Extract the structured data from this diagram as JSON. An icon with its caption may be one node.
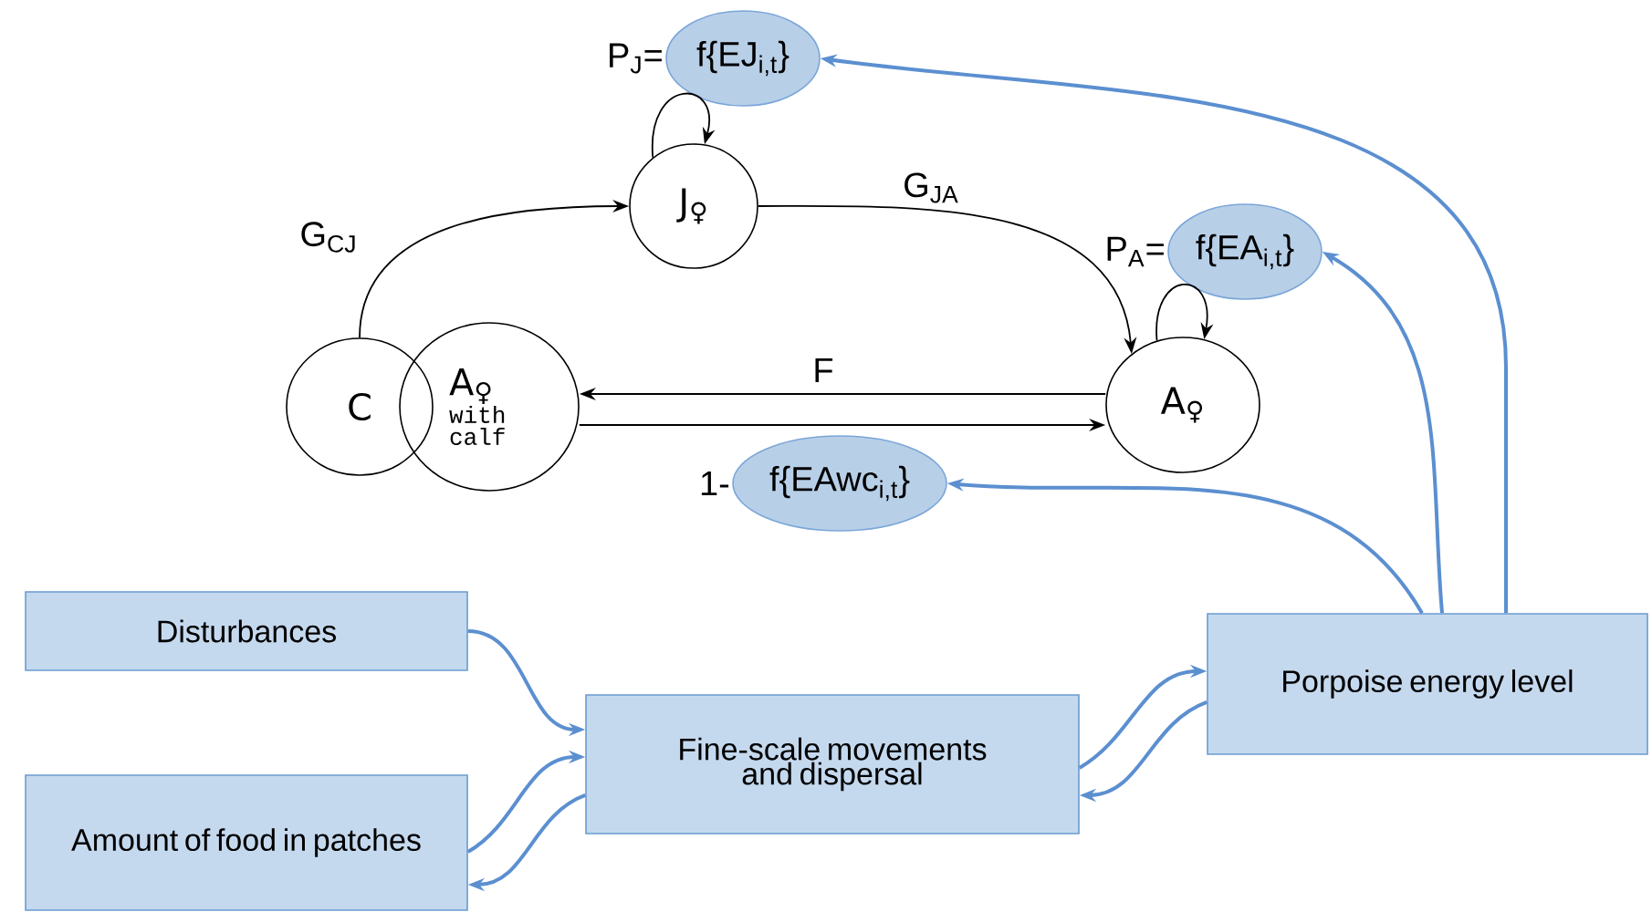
{
  "diagram": {
    "nodes": [
      {
        "text": [
          "C"
        ]
      },
      {
        "text": [
          "A$_{♀}$",
          "with calf"
        ]
      },
      {
        "text": [
          "J$_{♀}$"
        ]
      },
      {
        "text": [
          "A$_{♀}$"
        ]
      },
      {
        "text": [
          "f{EJ$_{i,t}$}"
        ],
        "beside": [
          "P$_{J}$="
        ]
      },
      {
        "text": [
          "f{EA$_{i,t}$}"
        ],
        "beside": [
          "P$_{A}$="
        ]
      },
      {
        "text": [
          "f{EAwc$_{i,t}$}"
        ],
        "beside": [
          "1-"
        ]
      },
      {
        "text": [
          "Disturbances"
        ]
      },
      {
        "text": [
          "Amount of food in patches"
        ]
      },
      {
        "text": [
          "Fine-scale movements and dispersal"
        ]
      },
      {
        "text": [
          "Porpoise energy level"
        ]
      }
    ],
    "edges": [
      {
        "from": 0,
        "to": 2,
        "arrow": "to",
        "label": "G$_{CJ}$",
        "color": "#000000"
      },
      {
        "from": 2,
        "to": 3,
        "arrow": "to",
        "label": "G$_{JA}$",
        "color": "#000000"
      },
      {
        "from": 2,
        "to": 2,
        "arrow": "to",
        "color": "#000000"
      },
      {
        "from": 3,
        "to": 3,
        "arrow": "to",
        "color": "#000000"
      },
      {
        "from": 3,
        "to": 1,
        "arrow": "to",
        "label": "F",
        "color": "#000000"
      },
      {
        "from": 1,
        "to": 3,
        "arrow": "to",
        "color": "#000000"
      },
      {
        "from": 10,
        "to": 4,
        "arrow": "to"
      },
      {
        "from": 10,
        "to": 5,
        "arrow": "to"
      },
      {
        "from": 10,
        "to": 6,
        "arrow": "to"
      },
      {
        "from": 7,
        "to": 9,
        "arrow": "to"
      },
      {
        "from": 8,
        "to": 9,
        "arrow": "to"
      },
      {
        "from": 9,
        "to": 8,
        "arrow": "to"
      },
      {
        "from": 9,
        "to": 10,
        "arrow": "to"
      },
      {
        "from": 10,
        "to": 9,
        "arrow": "to"
      }
    ]
  }
}
